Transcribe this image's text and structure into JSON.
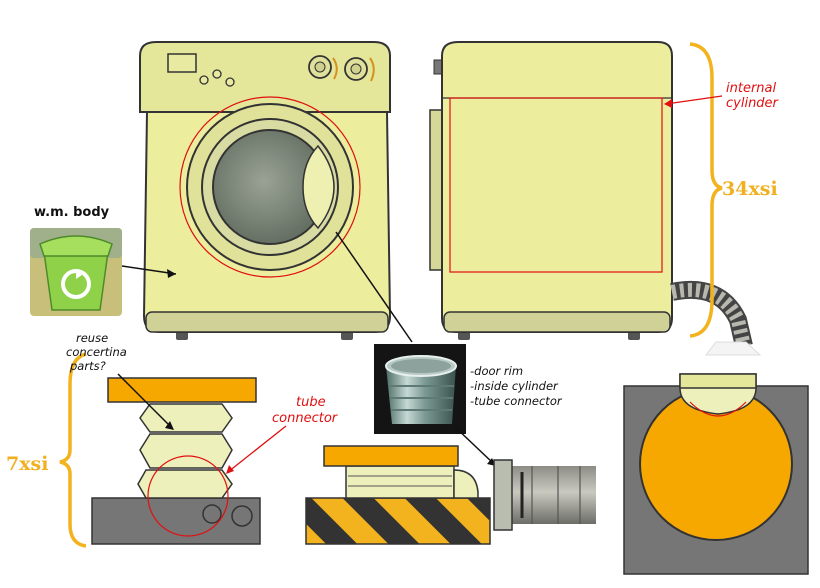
{
  "labels": {
    "wm_body": "w.m. body",
    "internal_cylinder": [
      "internal",
      "cylinder"
    ],
    "dim_height": "34xsi",
    "dim_small": "7xsi",
    "reuse_concertina": [
      "reuse",
      "concertina",
      "parts?"
    ],
    "tube_connector": [
      "tube",
      "connector"
    ],
    "parts_list": [
      "-door rim",
      "-inside cylinder",
      "-tube connector"
    ]
  },
  "colors": {
    "machine_body": "#ecee9e",
    "machine_panel": "#e4e69a",
    "outline": "#333333",
    "base_strip": "#c9cc8e",
    "annotation_red": "#e01010",
    "dimension_orange": "#f2b31e",
    "lid_orange": "#f6a700",
    "gray_block": "#767676",
    "hazard_yellow": "#f2b31e",
    "hazard_dark": "#333333",
    "ring_gray": "#b9bdb0"
  },
  "icons": {
    "recycle_bin": "recycle-bin-icon",
    "tin_can": "tin-can-icon"
  }
}
